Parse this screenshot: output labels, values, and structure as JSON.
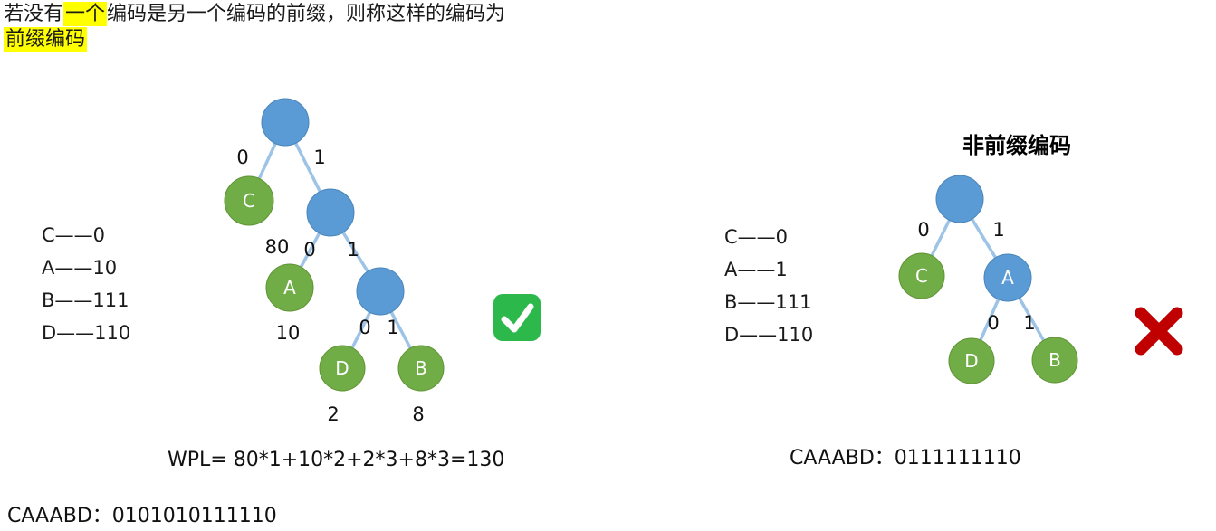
{
  "header": {
    "line1_pre": "若没有",
    "line1_hl": "一个",
    "line1_post": "编码是另一个编码的前缀，则称这样的编码为",
    "line2": "前缀编码"
  },
  "left": {
    "codes": [
      "C——0",
      "A——10",
      "B——111",
      "D——110"
    ],
    "tree": {
      "nodes": {
        "C": "C",
        "A": "A",
        "D": "D",
        "B": "B"
      },
      "weights": {
        "C": "80",
        "A": "10",
        "D": "2",
        "B": "8"
      },
      "edges": {
        "root_C": "0",
        "root_i1": "1",
        "i1_A": "0",
        "i1_i2": "1",
        "i2_D": "0",
        "i2_B": "1"
      }
    },
    "wpl": "WPL= 80*1+10*2+2*3+8*3=130",
    "encoding": "CAAABD：0101010111110",
    "verdict": "check"
  },
  "right": {
    "title": "非前缀编码",
    "codes": [
      "C——0",
      "A——1",
      "B——111",
      "D——110"
    ],
    "tree": {
      "nodes": {
        "C": "C",
        "A": "A",
        "D": "D",
        "B": "B"
      },
      "edges": {
        "root_C": "0",
        "root_A": "1",
        "A_D": "0",
        "A_B": "1"
      }
    },
    "encoding": "CAAABD：0111111110",
    "verdict": "cross"
  },
  "colors": {
    "node_blue": "#5B9BD5",
    "node_green": "#70AD47",
    "edge": "#9DC3E6",
    "highlight": "#FFFF00",
    "check_green": "#2DB84C",
    "cross_red": "#C00000"
  }
}
